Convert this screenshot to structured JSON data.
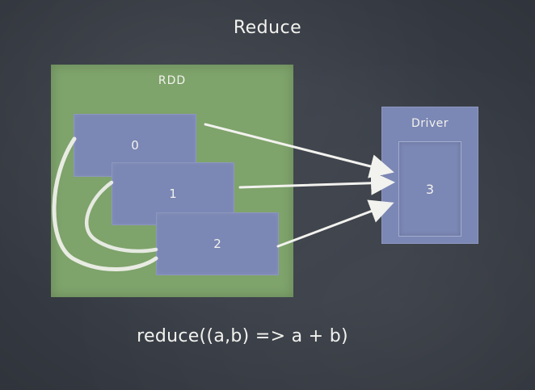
{
  "title": "Reduce",
  "rdd": {
    "label": "RDD",
    "partitions": [
      "0",
      "1",
      "2"
    ]
  },
  "driver": {
    "label": "Driver",
    "result": "3"
  },
  "formula": "reduce((a,b) => a + b)",
  "colors": {
    "background": "#3a3f48",
    "rdd_fill": "#7ea36b",
    "box_fill": "#7b87b4",
    "chalk": "#f2f2ee"
  }
}
